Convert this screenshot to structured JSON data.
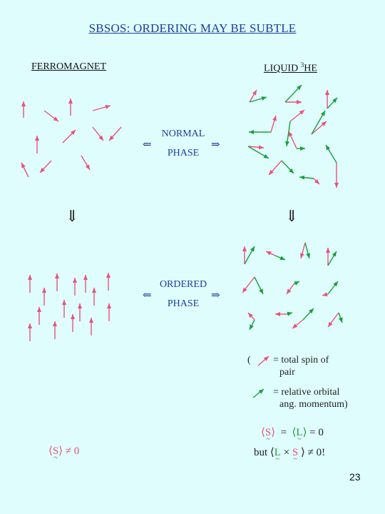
{
  "title": "SBSOS:  ORDERING MAY BE SUBTLE",
  "headings": {
    "left": "FERROMAGNET",
    "right_prefix": "LIQUID ",
    "right_sup": "3",
    "right_suffix": "HE"
  },
  "normal_phase": {
    "line1": "NORMAL",
    "line2": "PHASE",
    "left_arrow": "⇐",
    "right_arrow": "⇒"
  },
  "ordered_phase": {
    "line1": "ORDERED",
    "line2": "PHASE",
    "left_arrow": "⇐",
    "right_arrow": "⇒"
  },
  "down_arrow": "⇓",
  "legend": {
    "open_paren": "(",
    "spin_line1": "= total spin of",
    "spin_line2": "pair",
    "orbital_line1": "= relative orbital",
    "orbital_line2": "ang. momentum)"
  },
  "equations": {
    "left": {
      "open": "⟨",
      "symbol": "S",
      "close": "⟩",
      "rest": " ≠ 0"
    },
    "right1": {
      "open1": "⟨",
      "s": "S",
      "close1": "⟩",
      "mid": "  =  ",
      "open2": "⟨",
      "l": "L",
      "close2": "⟩",
      "rest": " = 0"
    },
    "right2": {
      "prefix": "but ",
      "open": "⟨",
      "l": "L",
      "times": " × ",
      "s": "S",
      "close": " ⟩",
      "rest": " ≠ 0!"
    }
  },
  "page_number": "23",
  "colors": {
    "spin": "#e8527a",
    "orbital": "#1a9e3a",
    "heading_blue": "#1a3e9c",
    "background": "#dffdfd"
  },
  "icons": [
    "spin-arrow-icon",
    "orbital-arrow-icon"
  ]
}
